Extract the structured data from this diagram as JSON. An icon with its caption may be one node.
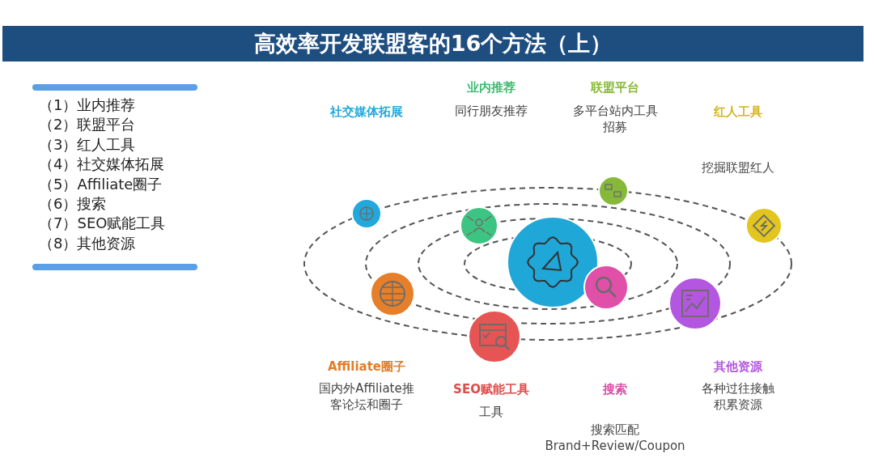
{
  "diagram": {
    "title": "高效率开发联盟客的16个方法（上）",
    "labels": [
      "（1）业内推荐",
      "（2）联盟平台",
      "（3）红人工具",
      "（4）社交媒体拓展",
      "（5）Affiliate圈子",
      "（6）搜索",
      "（7）SEO赋能工具",
      "（8）其他资源",
      "业内推荐",
      "联盟平台",
      "社交媒体拓展",
      "同行朋友推荐",
      "多平台站内工具招募",
      "红人工具",
      "挖掘联盟红人",
      "Affiliate圈子",
      "其他资源",
      "国内外Affiliate推客论坛和圈子",
      "SEO赋能工具",
      "搜索",
      "各种过往接触积累资源",
      "工具",
      "搜索匹配",
      "Brand+Review/Coupon"
    ]
  }
}
